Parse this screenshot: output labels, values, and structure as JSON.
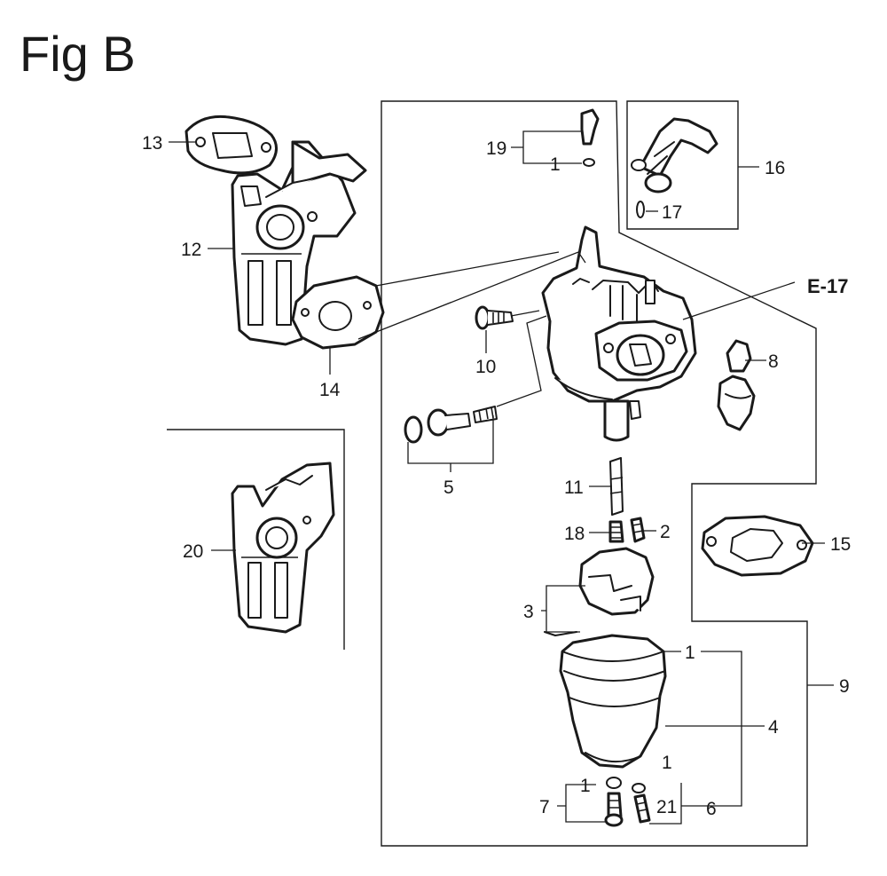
{
  "title": "Fig B",
  "reference": "E-17",
  "callouts": {
    "p1a": "1",
    "p1b": "1",
    "p1c": "1",
    "p1d": "1",
    "p2": "2",
    "p3": "3",
    "p4": "4",
    "p5": "5",
    "p6": "6",
    "p7": "7",
    "p8": "8",
    "p9": "9",
    "p10": "10",
    "p11": "11",
    "p12": "12",
    "p13": "13",
    "p14": "14",
    "p15": "15",
    "p16": "16",
    "p17": "17",
    "p18": "18",
    "p19": "19",
    "p20": "20",
    "p21": "21"
  }
}
